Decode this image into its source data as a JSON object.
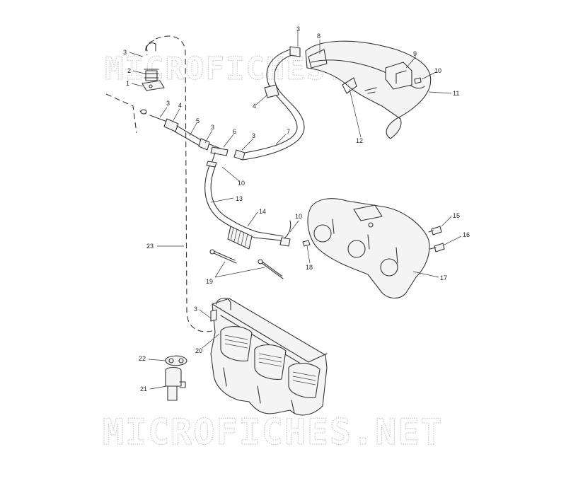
{
  "watermark": {
    "text": "MICROFICHES.NET"
  },
  "callouts": [
    "1",
    "2",
    "3",
    "3",
    "3",
    "3",
    "3",
    "3",
    "4",
    "4",
    "5",
    "6",
    "7",
    "8",
    "9",
    "10",
    "10",
    "10",
    "11",
    "12",
    "13",
    "14",
    "15",
    "16",
    "17",
    "18",
    "19",
    "20",
    "21",
    "22",
    "23"
  ]
}
